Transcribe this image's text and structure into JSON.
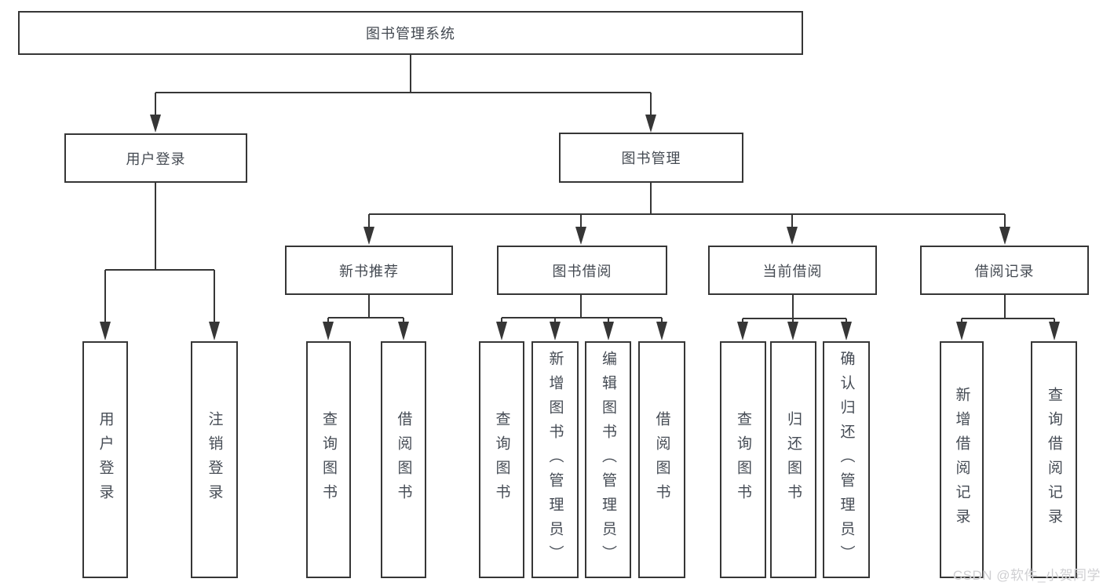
{
  "diagram_title": "图书管理系统",
  "tree": {
    "user_login": {
      "label": "用户登录",
      "children": [
        "用户登录",
        "注销登录"
      ]
    },
    "book_mgmt": {
      "label": "图书管理",
      "sections": [
        {
          "label": "新书推荐",
          "children": [
            "查询图书",
            "借阅图书"
          ]
        },
        {
          "label": "图书借阅",
          "children": [
            "查询图书",
            "新增图书（管理员）",
            "编辑图书（管理员）",
            "借阅图书"
          ]
        },
        {
          "label": "当前借阅",
          "children": [
            "查询图书",
            "归还图书",
            "确认归还（管理员）"
          ]
        },
        {
          "label": "借阅记录",
          "children": [
            "新增借阅记录",
            "查询借阅记录"
          ]
        }
      ]
    }
  },
  "watermark": {
    "text": "CSDN @软件_小贺同学"
  },
  "colors": {
    "line": "#363636",
    "text": "#464c55",
    "background": "#ffffff",
    "watermark": "#cfcfd2"
  }
}
